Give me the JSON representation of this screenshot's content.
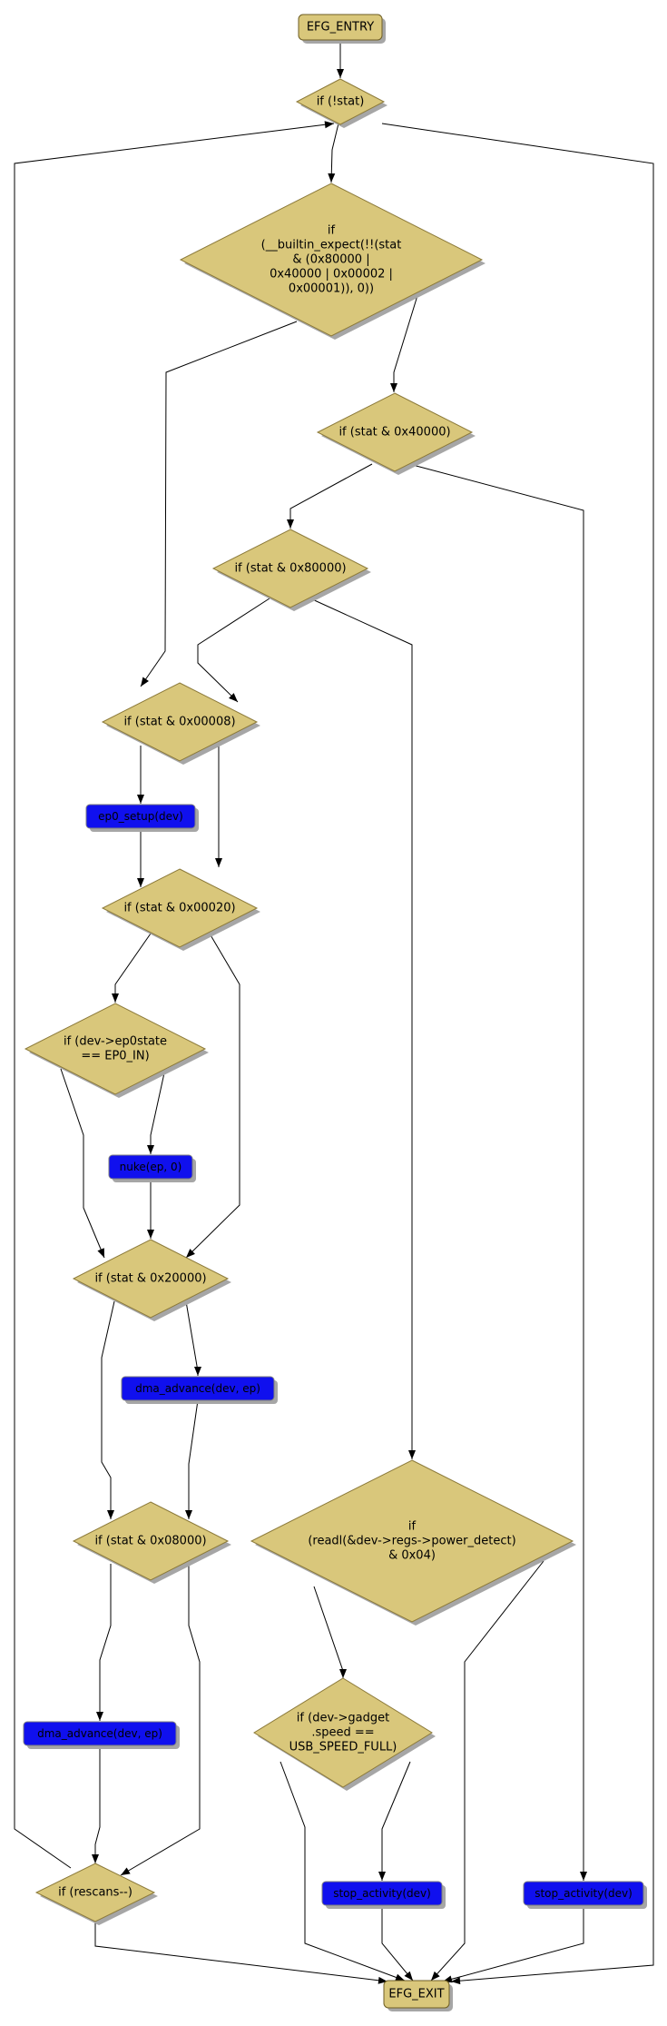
{
  "nodes": {
    "entry": {
      "lines": [
        "EFG_ENTRY"
      ]
    },
    "exit": {
      "lines": [
        "EFG_EXIT"
      ]
    },
    "d_stat": {
      "lines": [
        "if (!stat)"
      ]
    },
    "d_builtin": {
      "lines": [
        "if",
        "(__builtin_expect(!!(stat",
        "& (0x80000 |",
        "0x40000 | 0x00002 |",
        "0x00001)), 0))"
      ]
    },
    "d_40000": {
      "lines": [
        "if (stat & 0x40000)"
      ]
    },
    "d_80000": {
      "lines": [
        "if (stat & 0x80000)"
      ]
    },
    "d_00008": {
      "lines": [
        "if (stat & 0x00008)"
      ]
    },
    "a_ep0setup": {
      "lines": [
        "ep0_setup(dev)"
      ]
    },
    "d_00020": {
      "lines": [
        "if (stat & 0x00020)"
      ]
    },
    "d_ep0state": {
      "lines": [
        "if (dev->ep0state",
        "== EP0_IN)"
      ]
    },
    "a_nuke": {
      "lines": [
        "nuke(ep, 0)"
      ]
    },
    "d_20000": {
      "lines": [
        "if (stat & 0x20000)"
      ]
    },
    "a_dma1": {
      "lines": [
        "dma_advance(dev, ep)"
      ]
    },
    "d_08000": {
      "lines": [
        "if (stat & 0x08000)"
      ]
    },
    "a_dma2": {
      "lines": [
        "dma_advance(dev, ep)"
      ]
    },
    "d_rescans": {
      "lines": [
        "if (rescans--)"
      ]
    },
    "d_power": {
      "lines": [
        "if",
        "(readl(&dev->regs->power_detect)",
        "& 0x04)"
      ]
    },
    "d_speed": {
      "lines": [
        "if (dev->gadget",
        ".speed ==",
        "USB_SPEED_FULL)"
      ]
    },
    "a_stop1": {
      "lines": [
        "stop_activity(dev)"
      ]
    },
    "a_stop2": {
      "lines": [
        "stop_activity(dev)"
      ]
    }
  },
  "colors": {
    "decision_fill": "#d9c77b",
    "action_fill": "#1010ee",
    "edge": "#000000"
  }
}
